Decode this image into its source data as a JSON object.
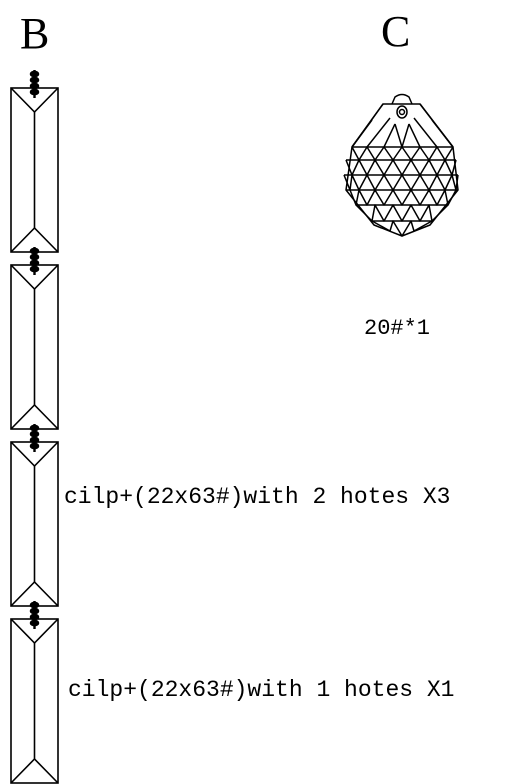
{
  "labels": {
    "b": "B",
    "c": "C"
  },
  "ball": {
    "spec": "20#*1"
  },
  "notes": {
    "two_holes": "cilp+(22x63#)with 2 hotes X3",
    "one_hole": "cilp+(22x63#)with 1 hotes X1"
  },
  "strand": {
    "prism_count": 4
  },
  "colors": {
    "line": "#000000",
    "background": "#ffffff"
  }
}
